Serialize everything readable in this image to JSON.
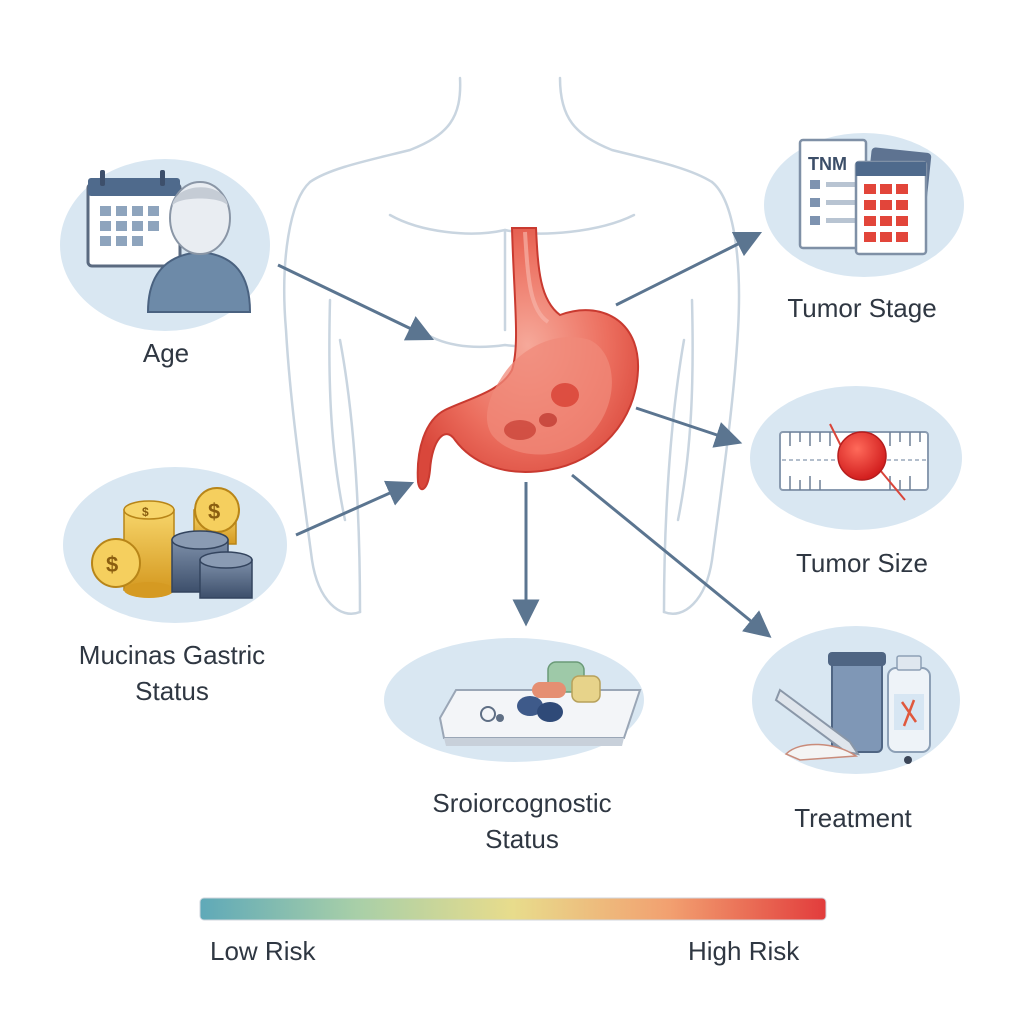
{
  "factors": {
    "age": {
      "label": "Age"
    },
    "tumor_stage": {
      "label": "Tumor Stage",
      "badge": "TNM"
    },
    "mucinous": {
      "line1": "Mucinas Gastric",
      "line2": "Status"
    },
    "tumor_size": {
      "label": "Tumor Size"
    },
    "prognostic": {
      "line1": "Sroiorcognostic",
      "line2": "Status"
    },
    "treatment": {
      "label": "Treatment"
    }
  },
  "risk_scale": {
    "low_label": "Low Risk",
    "high_label": "High Risk",
    "colors": [
      "#5fa9b8",
      "#a8cfa8",
      "#e8dc8c",
      "#f2a070",
      "#e23c3c"
    ]
  },
  "colors": {
    "circle_bg": "#d9e7f2",
    "arrow": "#5b7590",
    "stomach": "#e8564a",
    "body_outline": "#c6d3df"
  }
}
